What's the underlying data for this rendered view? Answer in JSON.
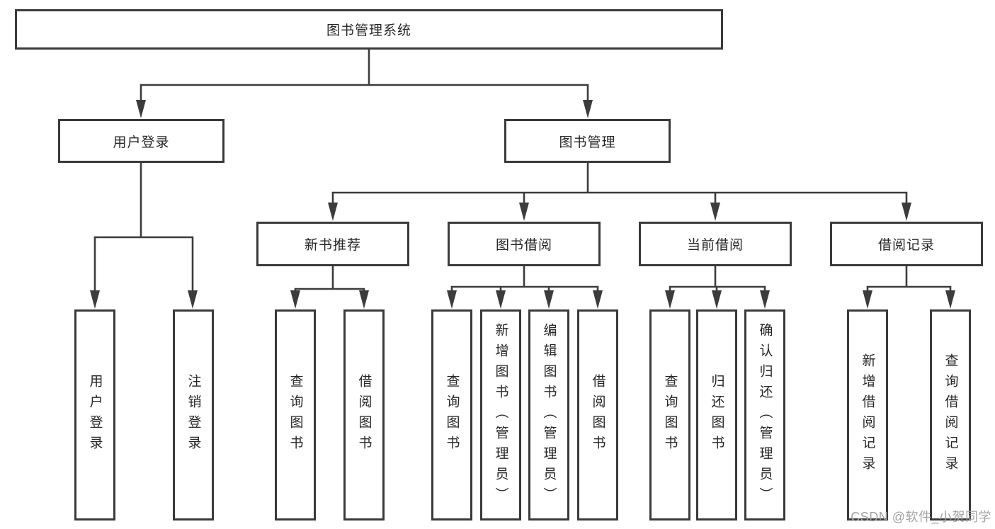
{
  "diagram": {
    "root": {
      "label": "图书管理系统"
    },
    "branches": [
      {
        "label": "用户登录",
        "children": [
          {
            "label": "用户登录"
          },
          {
            "label": "注销登录"
          }
        ]
      },
      {
        "label": "图书管理",
        "children": [
          {
            "label": "新书推荐",
            "children": [
              {
                "label": "查询图书"
              },
              {
                "label": "借阅图书"
              }
            ]
          },
          {
            "label": "图书借阅",
            "children": [
              {
                "label": "查询图书"
              },
              {
                "label": "新增图书（管理员）"
              },
              {
                "label": "编辑图书（管理员）"
              },
              {
                "label": "借阅图书"
              }
            ]
          },
          {
            "label": "当前借阅",
            "children": [
              {
                "label": "查询图书"
              },
              {
                "label": "归还图书"
              },
              {
                "label": "确认归还（管理员）"
              }
            ]
          },
          {
            "label": "借阅记录",
            "children": [
              {
                "label": "新增借阅记录"
              },
              {
                "label": "查询借阅记录"
              }
            ]
          }
        ]
      }
    ]
  },
  "watermark": "CSDN @软件_小贺同学",
  "colors": {
    "line": "#3c3c3c",
    "border": "#3a3a3a",
    "text": "#262626",
    "watermark": "#a3a3a3",
    "background": "#ffffff"
  }
}
